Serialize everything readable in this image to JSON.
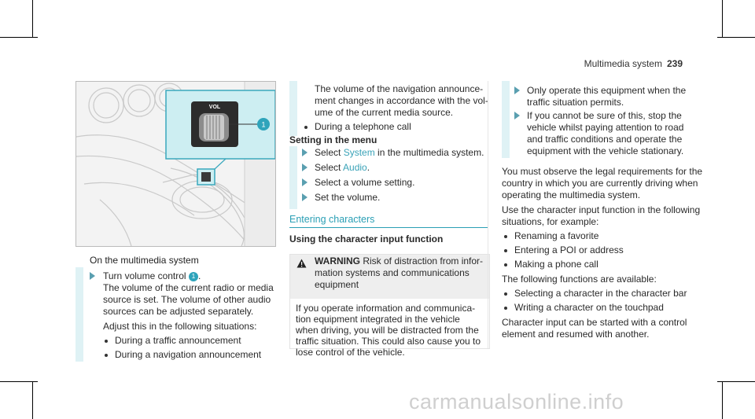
{
  "header": {
    "section": "Multimedia system",
    "page": "239"
  },
  "figure": {
    "vol_label": "VOL",
    "callout": "1"
  },
  "col1": {
    "caption": "On the multimedia system",
    "step1_line1_pre": "Turn volume control ",
    "step1_badge": "1",
    "step1_line1_post": ".",
    "step1_line2": "The volume of the current radio or media",
    "step1_line3": "source is set. The volume of other audio",
    "step1_line4": "sources can be adjusted separately.",
    "adjust_line": "Adjust this in the following situations:",
    "situations": [
      "During a traffic announcement",
      "During a navigation announcement"
    ]
  },
  "col2": {
    "cont_line1": "The volume of the navigation announce-",
    "cont_line2": "ment changes in accordance with the vol-",
    "cont_line3": "ume of the current media source.",
    "bullet_phone": "During a telephone call",
    "menu_heading": "Setting in the menu",
    "step_select_pre": "Select ",
    "step_select_system": "System",
    "step_select_post": " in the multimedia system.",
    "step_audio_pre": "Select ",
    "step_audio_link": "Audio",
    "step_audio_post": ".",
    "step_volume_setting": "Select a volume setting.",
    "step_set_volume": "Set the volume.",
    "section_title": "Entering characters",
    "using_heading": "Using the character input function",
    "warning_label": "WARNING",
    "warning_line1": "Risk of distraction from infor-",
    "warning_line2": "mation systems and communications",
    "warning_line3": "equipment",
    "warning_body": [
      "If you operate information and communica-",
      "tion equipment integrated in the vehicle",
      "when driving, you will be distracted from the",
      "traffic situation. This could also cause you to",
      "lose control of the vehicle."
    ]
  },
  "col3": {
    "step_operate_l1": "Only operate this equipment when the",
    "step_operate_l2": "traffic situation permits.",
    "step_unsure_l1": "If you cannot be sure of this, stop the",
    "step_unsure_l2": "vehicle whilst paying attention to road",
    "step_unsure_l3": "and traffic conditions and operate the",
    "step_unsure_l4": "equipment with the vehicle stationary.",
    "para1": [
      "You must observe the legal requirements for the",
      "country in which you are currently driving when",
      "operating the multimedia system."
    ],
    "para2": [
      "Use the character input function in the following",
      "situations, for example:"
    ],
    "examples": [
      "Renaming a favorite",
      "Entering a POI or address",
      "Making a phone call"
    ],
    "available_line": "The following functions are available:",
    "functions": [
      "Selecting a character in the character bar",
      "Writing a character on the touchpad"
    ],
    "para3": [
      "Character input can be started with a control",
      "element and resumed with another."
    ]
  },
  "watermark": "carmanualsonline.info"
}
